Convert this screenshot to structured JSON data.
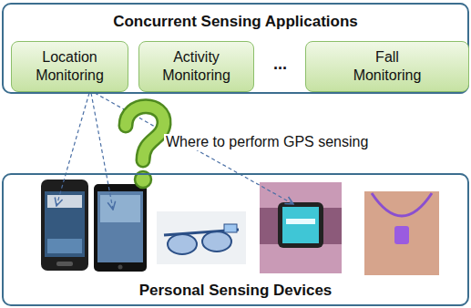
{
  "diagram": {
    "nodes": [
      {
        "text": [
          "Concurrent Sensing Applications"
        ]
      },
      {
        "text": [
          "Location Monitoring"
        ],
        "in": 0
      },
      {
        "text": [
          "Activity Monitoring"
        ],
        "in": 0
      },
      {
        "text": [
          "Fall Monitoring"
        ],
        "in": 0
      },
      {
        "text": [
          "Personal Sensing Devices"
        ]
      }
    ],
    "labels": [
      "...",
      "Where to perform GPS sensing"
    ]
  }
}
